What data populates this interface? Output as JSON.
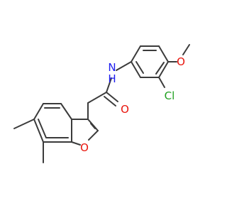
{
  "molecule": {
    "atoms": [
      {
        "id": "N",
        "text": "N",
        "color": "#1c1cf0"
      },
      {
        "id": "H",
        "text": "H",
        "color": "#1c1cf0"
      },
      {
        "id": "O_amide",
        "text": "O",
        "color": "#e8140c"
      },
      {
        "id": "O_methoxy",
        "text": "O",
        "color": "#e8140c"
      },
      {
        "id": "O_furan",
        "text": "O",
        "color": "#e8140c"
      },
      {
        "id": "Cl",
        "text": "Cl",
        "color": "#1fa01f"
      }
    ],
    "bond_color": "#3b3b3b"
  }
}
